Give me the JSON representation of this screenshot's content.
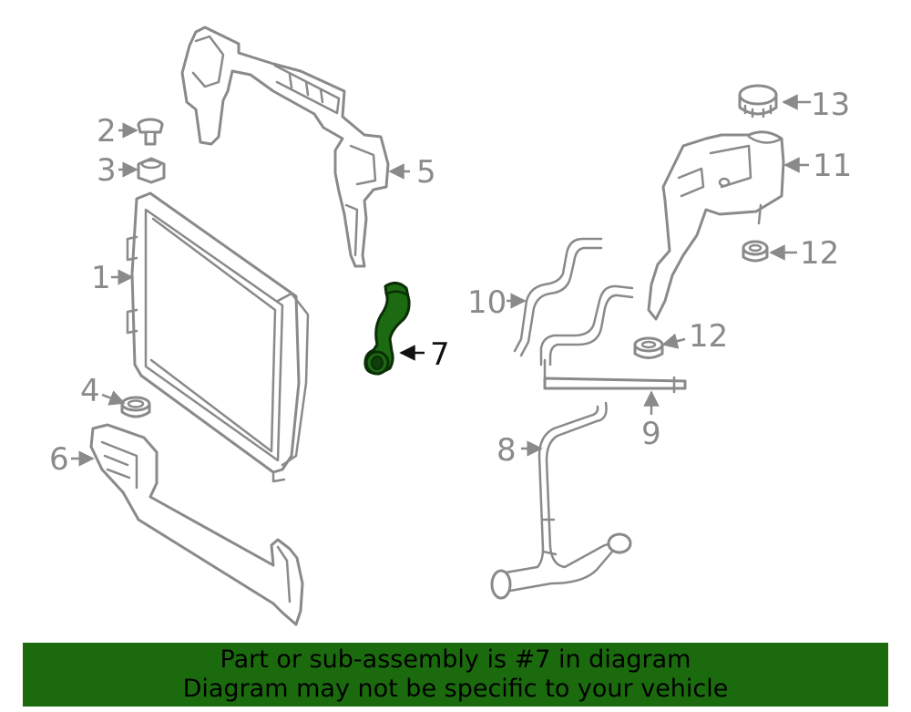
{
  "labels": {
    "p1": "1",
    "p2": "2",
    "p3": "3",
    "p4": "4",
    "p5": "5",
    "p6": "6",
    "p7": "7",
    "p8": "8",
    "p9": "9",
    "p10": "10",
    "p11": "11",
    "p12a": "12",
    "p12b": "12",
    "p13": "13"
  },
  "highlight": {
    "part": "7",
    "color": "#1c6b12"
  },
  "banner": {
    "line1": "Part or sub-assembly is #7 in diagram",
    "line2": "Diagram may not be specific to your vehicle",
    "background": "#1b6b0e"
  }
}
